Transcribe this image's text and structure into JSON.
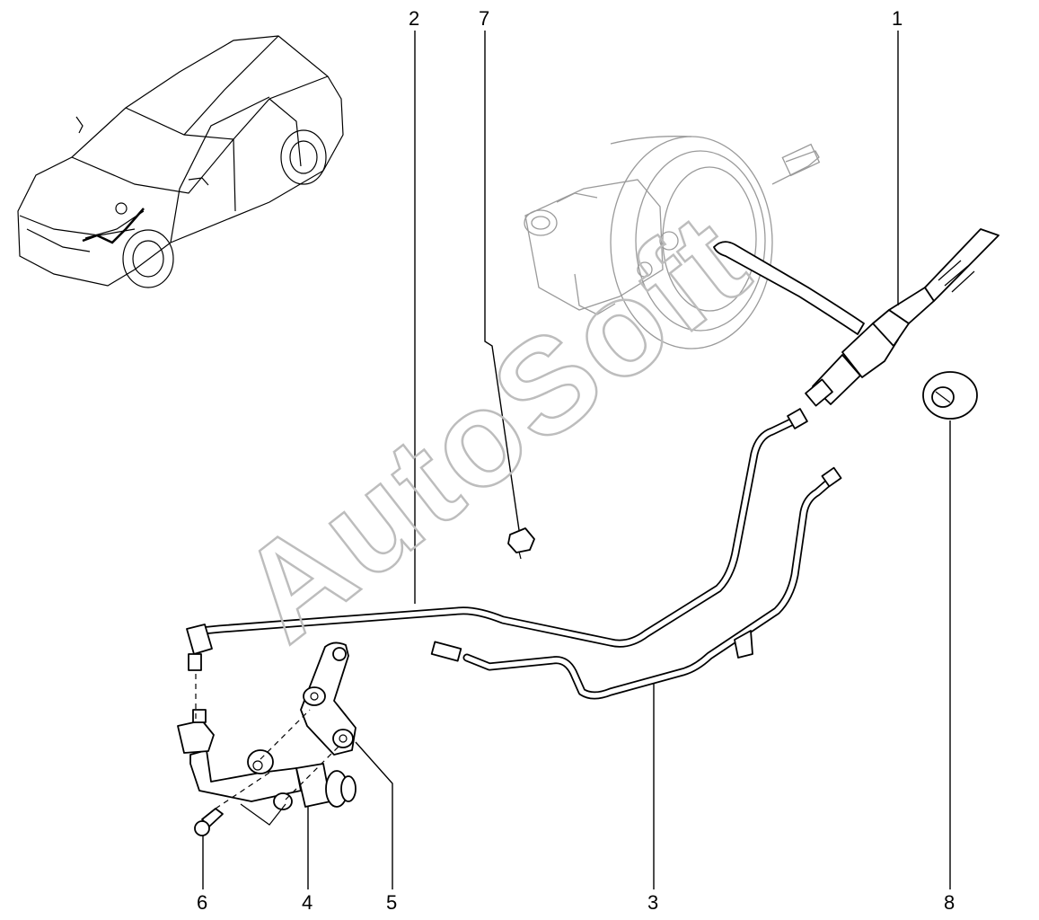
{
  "callouts": [
    {
      "id": "1",
      "label": "1"
    },
    {
      "id": "2",
      "label": "2"
    },
    {
      "id": "3",
      "label": "3"
    },
    {
      "id": "4",
      "label": "4"
    },
    {
      "id": "5",
      "label": "5"
    },
    {
      "id": "6",
      "label": "6"
    },
    {
      "id": "7",
      "label": "7"
    },
    {
      "id": "8",
      "label": "8"
    }
  ],
  "watermark": "AutoSoft",
  "colors": {
    "line": "#000000",
    "ghost": "#9a9a9a",
    "watermark": "#bdbdbd",
    "background": "#ffffff"
  }
}
